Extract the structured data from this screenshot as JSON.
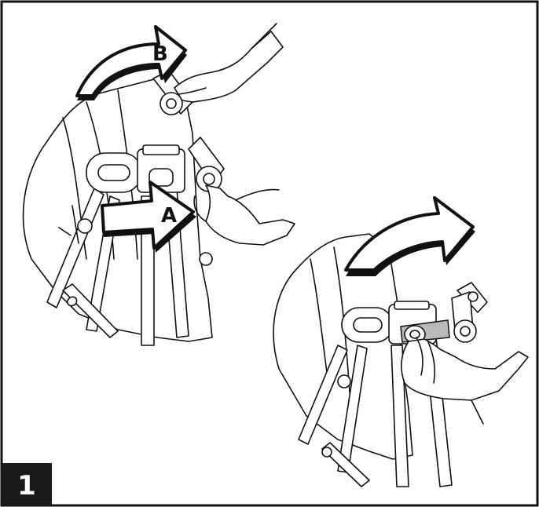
{
  "figure": {
    "step_number": "1",
    "arrow_a_label": "A",
    "arrow_b_label": "B"
  },
  "colors": {
    "line": "#111111",
    "background": "#ffffff",
    "badge": "#1a1a1a",
    "button_fill": "#b9b9b9"
  },
  "icons": [
    "hand-icon",
    "curved-arrow-icon",
    "push-arrow-icon"
  ]
}
